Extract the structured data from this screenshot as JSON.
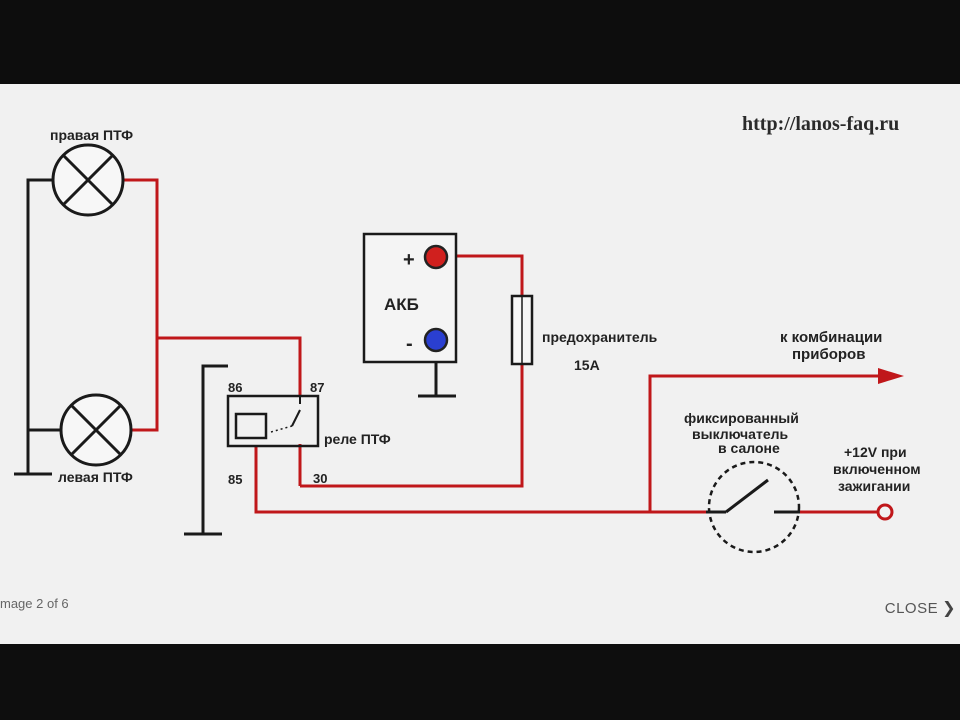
{
  "lightbox": {
    "watermark": "http://lanos-faq.ru",
    "counter": "mage 2 of 6",
    "close_label": "CLOSE",
    "close_icon": "chevron-right-icon"
  },
  "diagram": {
    "lamp_right": "правая ПТФ",
    "lamp_left": "левая ПТФ",
    "battery": "АКБ",
    "plus": "+",
    "minus": "-",
    "fuse_label": "предохранитель",
    "fuse_rating": "15А",
    "relay_label": "реле ПТФ",
    "pin_86": "86",
    "pin_87": "87",
    "pin_85": "85",
    "pin_30": "30",
    "to_cluster_line1": "к комбинации",
    "to_cluster_line2": "приборов",
    "switch_line1": "фиксированный",
    "switch_line2": "выключатель",
    "switch_line3": "в салоне",
    "supply_line1": "+12V при",
    "supply_line2": "включенном",
    "supply_line3": "зажигании"
  },
  "background_text": {
    "line1": "",
    "line2": "",
    "line3": ""
  },
  "colors": {
    "wire": "#c0171a",
    "ground": "#1a1a1a",
    "plus_terminal": "#d0201e",
    "minus_terminal": "#2a3fd0"
  }
}
